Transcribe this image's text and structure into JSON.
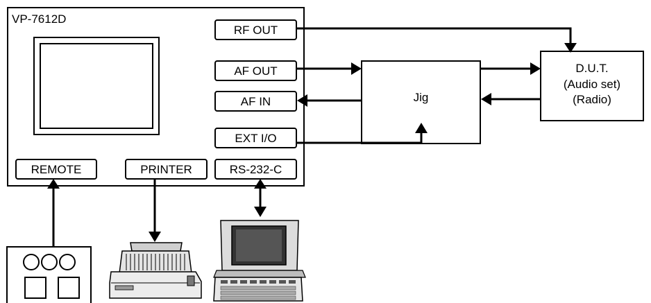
{
  "device": {
    "model": "VP-7612D"
  },
  "ports": {
    "rf_out": "RF OUT",
    "af_out": "AF OUT",
    "af_in": "AF IN",
    "ext_io": "EXT I/O",
    "remote": "REMOTE",
    "printer": "PRINTER",
    "rs232c": "RS-232-C"
  },
  "jig": {
    "label": "Jig"
  },
  "dut": {
    "line1": "D.U.T.",
    "line2": "(Audio set)",
    "line3": "(Radio)"
  },
  "peripherals": {
    "remote_icon": "remote-control-box-icon",
    "printer_icon": "dot-matrix-printer-icon",
    "computer_icon": "laptop-computer-icon"
  },
  "colors": {
    "line": "#000000",
    "background": "#ffffff"
  }
}
